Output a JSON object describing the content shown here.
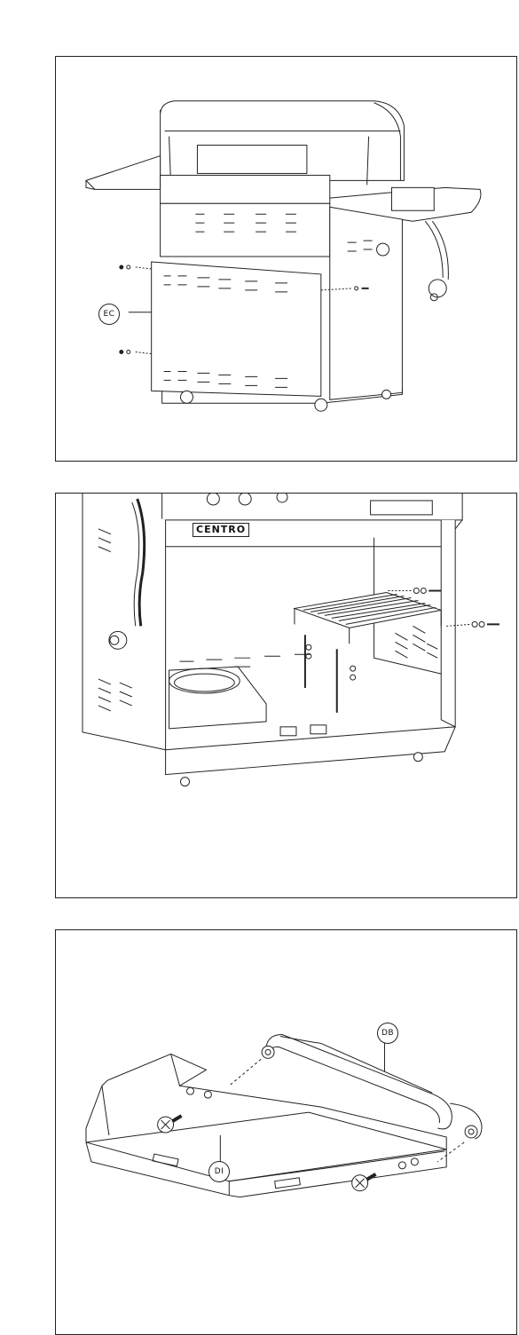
{
  "callouts": {
    "ec": "EC",
    "db": "DB",
    "di": "DI"
  },
  "logo_text": "CENTRO"
}
